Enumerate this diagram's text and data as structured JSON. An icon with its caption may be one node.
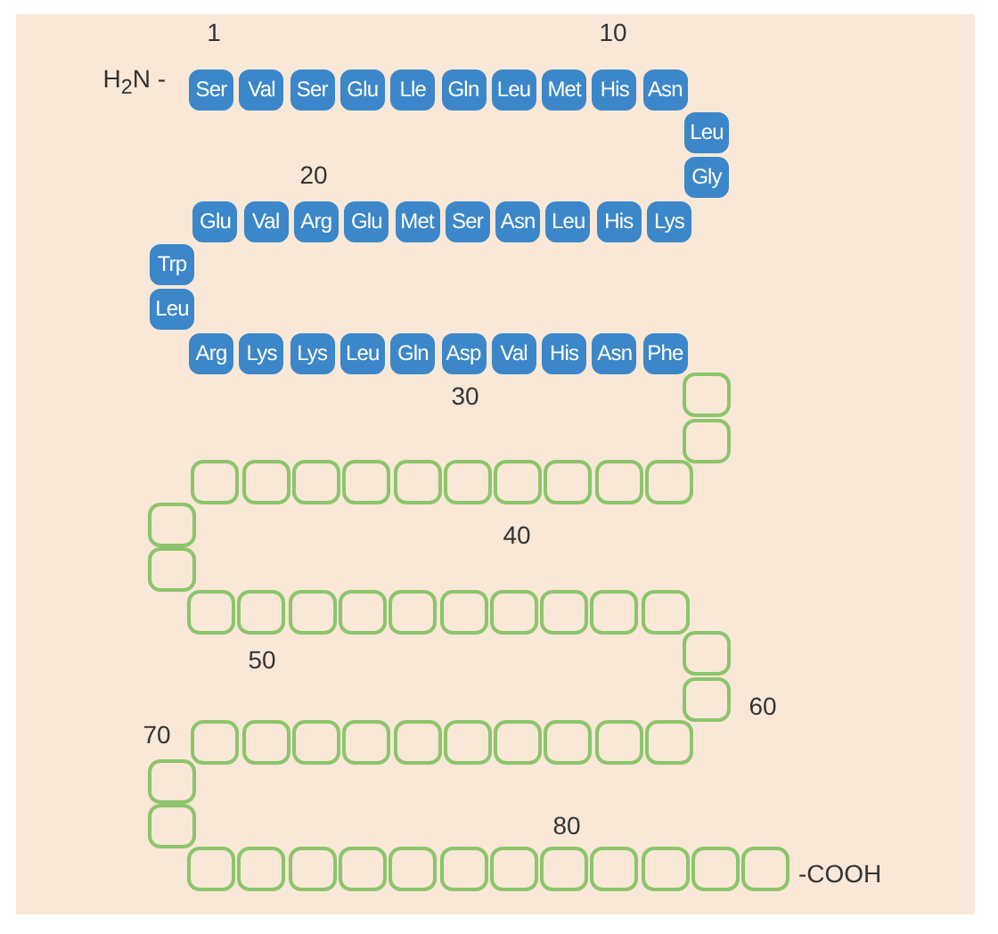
{
  "diagram": {
    "nodes": [
      {
        "text": [
          "Ser"
        ]
      },
      {
        "text": [
          "Val"
        ]
      },
      {
        "text": [
          "Ser"
        ]
      },
      {
        "text": [
          "Glu"
        ]
      },
      {
        "text": [
          "Lle"
        ]
      },
      {
        "text": [
          "Gln"
        ]
      },
      {
        "text": [
          "Leu"
        ]
      },
      {
        "text": [
          "Met"
        ]
      },
      {
        "text": [
          "His"
        ]
      },
      {
        "text": [
          "Asn"
        ]
      },
      {
        "text": [
          "Leu"
        ]
      },
      {
        "text": [
          "Gly"
        ]
      },
      {
        "text": [
          "Lys"
        ]
      },
      {
        "text": [
          "His"
        ]
      },
      {
        "text": [
          "Leu"
        ]
      },
      {
        "text": [
          "Asn"
        ]
      },
      {
        "text": [
          "Ser"
        ]
      },
      {
        "text": [
          "Met"
        ]
      },
      {
        "text": [
          "Glu"
        ]
      },
      {
        "text": [
          "Arg"
        ]
      },
      {
        "text": [
          "Val"
        ]
      },
      {
        "text": [
          "Glu"
        ]
      },
      {
        "text": [
          "Trp"
        ]
      },
      {
        "text": [
          "Leu"
        ]
      },
      {
        "text": [
          "Arg"
        ]
      },
      {
        "text": [
          "Lys"
        ]
      },
      {
        "text": [
          "Lys"
        ]
      },
      {
        "text": [
          "Leu"
        ]
      },
      {
        "text": [
          "Gln"
        ]
      },
      {
        "text": [
          "Asp"
        ]
      },
      {
        "text": [
          "Val"
        ]
      },
      {
        "text": [
          "His"
        ]
      },
      {
        "text": [
          "Asn"
        ]
      },
      {
        "text": [
          "Phe"
        ]
      },
      {
        "text": [],
        "shape": "box"
      },
      {
        "text": [],
        "shape": "box"
      },
      {
        "text": [],
        "shape": "box"
      },
      {
        "text": [],
        "shape": "box"
      },
      {
        "text": [],
        "shape": "box"
      },
      {
        "text": [],
        "shape": "box"
      },
      {
        "text": [],
        "shape": "box"
      },
      {
        "text": [],
        "shape": "box"
      },
      {
        "text": [],
        "shape": "box"
      },
      {
        "text": [],
        "shape": "box"
      },
      {
        "text": [],
        "shape": "box"
      },
      {
        "text": [],
        "shape": "box"
      },
      {
        "text": [],
        "shape": "box"
      },
      {
        "text": [],
        "shape": "box"
      },
      {
        "text": [],
        "shape": "box"
      },
      {
        "text": [],
        "shape": "box"
      },
      {
        "text": [],
        "shape": "box"
      },
      {
        "text": [],
        "shape": "box"
      },
      {
        "text": [],
        "shape": "box"
      },
      {
        "text": [],
        "shape": "box"
      },
      {
        "text": [],
        "shape": "box"
      },
      {
        "text": [],
        "shape": "box"
      },
      {
        "text": [],
        "shape": "box"
      },
      {
        "text": [],
        "shape": "box"
      },
      {
        "text": [],
        "shape": "box"
      },
      {
        "text": [],
        "shape": "box"
      },
      {
        "text": [],
        "shape": "box"
      },
      {
        "text": [],
        "shape": "box"
      },
      {
        "text": [],
        "shape": "box"
      },
      {
        "text": [],
        "shape": "box"
      },
      {
        "text": [],
        "shape": "box"
      },
      {
        "text": [],
        "shape": "box"
      },
      {
        "text": [],
        "shape": "box"
      },
      {
        "text": [],
        "shape": "box"
      },
      {
        "text": [],
        "shape": "box"
      },
      {
        "text": [],
        "shape": "box"
      },
      {
        "text": [],
        "shape": "box"
      },
      {
        "text": [],
        "shape": "box"
      },
      {
        "text": [],
        "shape": "box"
      },
      {
        "text": [],
        "shape": "box"
      },
      {
        "text": [],
        "shape": "box"
      },
      {
        "text": [],
        "shape": "box"
      },
      {
        "text": [],
        "shape": "box"
      },
      {
        "text": [],
        "shape": "box"
      },
      {
        "text": [],
        "shape": "box"
      },
      {
        "text": [],
        "shape": "box"
      },
      {
        "text": [],
        "shape": "box"
      },
      {
        "text": [],
        "shape": "box"
      },
      {
        "text": [],
        "shape": "box"
      },
      {
        "text": [],
        "shape": "box"
      }
    ],
    "labels": [
      "1",
      "10",
      "H$_{2}$N -",
      "20",
      "30",
      "40",
      "50",
      "60",
      "70",
      "80",
      "-COOH"
    ]
  }
}
